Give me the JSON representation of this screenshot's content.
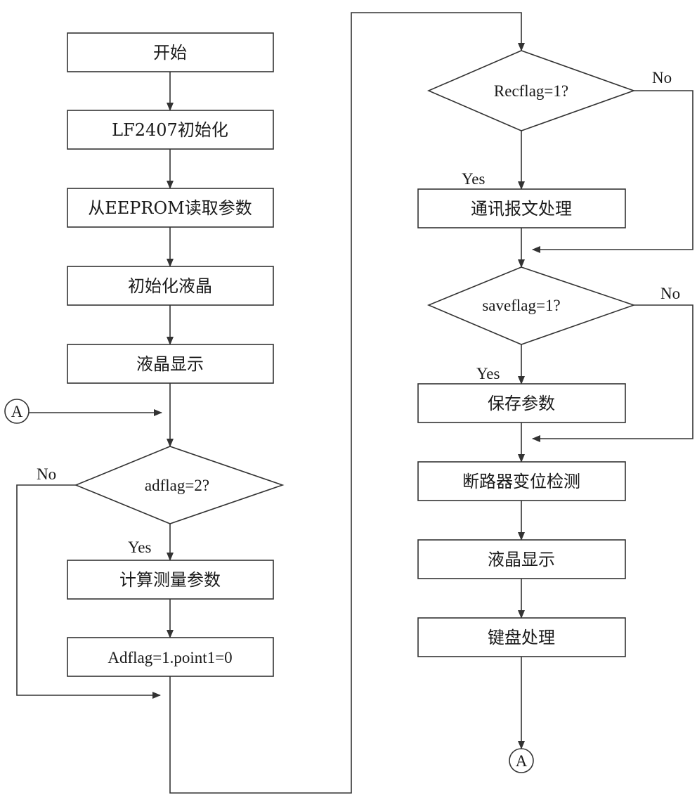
{
  "flowchart": {
    "nodes": {
      "start": "开始",
      "init_lf2407": "LF2407初始化",
      "read_eeprom": "从EEPROM读取参数",
      "init_lcd": "初始化液晶",
      "lcd_display_1": "液晶显示",
      "adflag_check": "adflag=2?",
      "calc_params": "计算测量参数",
      "reset_flags": "Adflag=1.point1=0",
      "recflag_check": "Recflag=1?",
      "comm_process": "通讯报文处理",
      "saveflag_check": "saveflag=1?",
      "save_params": "保存参数",
      "breaker_detect": "断路器变位检测",
      "lcd_display_2": "液晶显示",
      "keyboard_process": "键盘处理"
    },
    "connectors": {
      "in": "A",
      "out": "A"
    },
    "branch_labels": {
      "adflag_yes": "Yes",
      "adflag_no": "No",
      "recflag_yes": "Yes",
      "recflag_no": "No",
      "saveflag_yes": "Yes",
      "saveflag_no": "No"
    },
    "colors": {
      "stroke": "#333333",
      "text": "#1a1a1a",
      "fill": "#ffffff"
    }
  }
}
